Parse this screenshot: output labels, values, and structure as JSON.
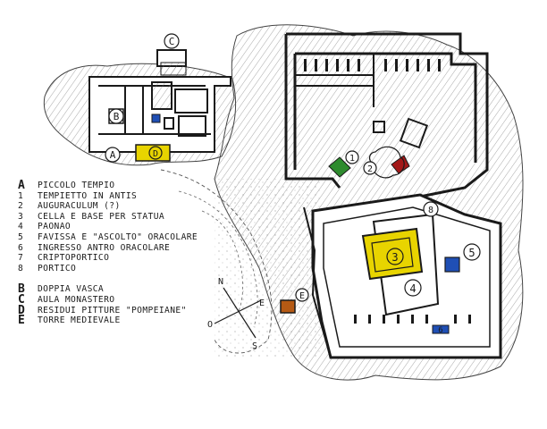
{
  "map": {
    "area_labels": [
      {
        "id": "a",
        "text": "A"
      },
      {
        "id": "b",
        "text": "B"
      },
      {
        "id": "c",
        "text": "C"
      },
      {
        "id": "d",
        "text": "D"
      },
      {
        "id": "e",
        "text": "E"
      }
    ],
    "number_labels": [
      {
        "id": "n1",
        "text": "1"
      },
      {
        "id": "n2",
        "text": "2"
      },
      {
        "id": "n3",
        "text": "3"
      },
      {
        "id": "n4",
        "text": "4"
      },
      {
        "id": "n5",
        "text": "5"
      },
      {
        "id": "n6",
        "text": "6"
      },
      {
        "id": "n8",
        "text": "8"
      }
    ],
    "compass": {
      "north": "N",
      "east": "E",
      "south": "S",
      "west": "O"
    },
    "colors": {
      "ink": "#1a1a1a",
      "cella_yellow": "#e8d400",
      "blue_marker": "#1f4fb5",
      "green_marker": "#2e8b2e",
      "red_marker": "#a31818",
      "orange_marker": "#b55a14"
    }
  },
  "legend": {
    "a_title": {
      "key": "A",
      "text": "PICCOLO TEMPIO"
    },
    "a_items": [
      {
        "key": "1",
        "text": "TEMPIETTO IN ANTIS"
      },
      {
        "key": "2",
        "text": "AUGURACULUM (?)"
      },
      {
        "key": "3",
        "text": "CELLA E BASE PER STATUA"
      },
      {
        "key": "4",
        "text": "PAONAO"
      },
      {
        "key": "5",
        "text": "FAVISSA E \"ASCOLTO\" ORACOLARE"
      },
      {
        "key": "6",
        "text": "INGRESSO ANTRO ORACOLARE"
      },
      {
        "key": "7",
        "text": "CRIPTOPORTICO"
      },
      {
        "key": "8",
        "text": "PORTICO"
      }
    ],
    "other_items": [
      {
        "key": "B",
        "text": "DOPPIA VASCA"
      },
      {
        "key": "C",
        "text": "AULA MONASTERO"
      },
      {
        "key": "D",
        "text": "RESIDUI PITTURE \"POMPEIANE\""
      },
      {
        "key": "E",
        "text": "TORRE MEDIEVALE"
      }
    ]
  }
}
